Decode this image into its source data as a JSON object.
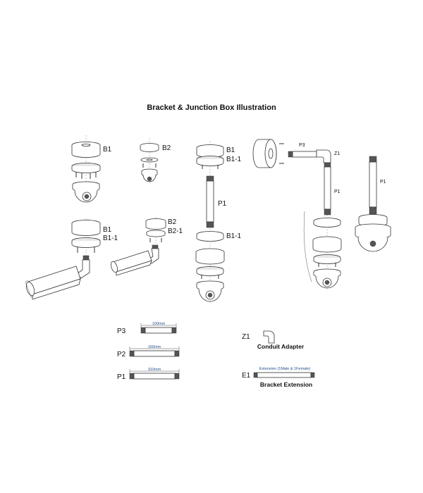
{
  "title": "Bracket & Junction Box Illustration",
  "labels": {
    "b1": "B1",
    "b2": "B2",
    "b1_1": "B1-1",
    "b2_1": "B2-1",
    "p1": "P1",
    "p2": "P2",
    "p3": "P3",
    "z1": "Z1",
    "e1": "E1"
  },
  "parts": {
    "p3_dim": "100mm",
    "p2_dim": "160mm",
    "p1_dim": "310mm",
    "z1_name": "Conduit Adapter",
    "e1_dim": "Extension (1Male & 1Female)",
    "e1_name": "Bracket Extension"
  },
  "colors": {
    "line": "#333333",
    "dimension_text": "#1f4e8c"
  }
}
